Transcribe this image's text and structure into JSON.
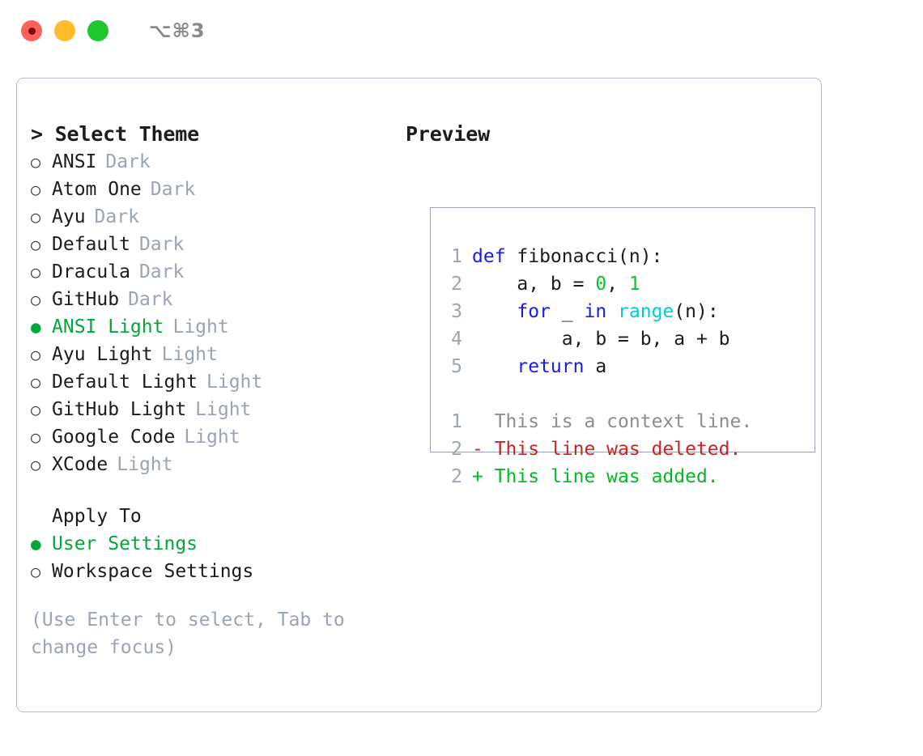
{
  "titlebar": {
    "shortcut": "⌥⌘3",
    "buttons": [
      {
        "name": "close",
        "color": "#ff6159"
      },
      {
        "name": "minimize",
        "color": "#ffbd2e"
      },
      {
        "name": "zoom",
        "color": "#1fc62e"
      }
    ]
  },
  "theme_picker": {
    "heading": "> Select Theme",
    "bullet_off": "○",
    "bullet_on": "●",
    "items": [
      {
        "name": "ANSI",
        "variant": "Dark",
        "selected": false
      },
      {
        "name": "Atom One",
        "variant": "Dark",
        "selected": false
      },
      {
        "name": "Ayu",
        "variant": "Dark",
        "selected": false
      },
      {
        "name": "Default",
        "variant": "Dark",
        "selected": false
      },
      {
        "name": "Dracula",
        "variant": "Dark",
        "selected": false
      },
      {
        "name": "GitHub",
        "variant": "Dark",
        "selected": false
      },
      {
        "name": "ANSI Light",
        "variant": "Light",
        "selected": true
      },
      {
        "name": "Ayu Light",
        "variant": "Light",
        "selected": false
      },
      {
        "name": "Default Light",
        "variant": "Light",
        "selected": false
      },
      {
        "name": "GitHub Light",
        "variant": "Light",
        "selected": false
      },
      {
        "name": "Google Code",
        "variant": "Light",
        "selected": false
      },
      {
        "name": "XCode",
        "variant": "Light",
        "selected": false
      }
    ]
  },
  "apply_to": {
    "heading": "Apply To",
    "items": [
      {
        "name": "User Settings",
        "selected": true
      },
      {
        "name": "Workspace Settings",
        "selected": false
      }
    ]
  },
  "hint": "(Use Enter to select, Tab to change focus)",
  "preview": {
    "heading": "Preview",
    "code_lines": [
      {
        "lineno": "1",
        "tokens": [
          {
            "text": "def ",
            "kind": "kw"
          },
          {
            "text": "fibonacci(n):",
            "kind": "txt"
          }
        ]
      },
      {
        "lineno": "2",
        "tokens": [
          {
            "text": "    a, b = ",
            "kind": "txt"
          },
          {
            "text": "0",
            "kind": "num"
          },
          {
            "text": ", ",
            "kind": "txt"
          },
          {
            "text": "1",
            "kind": "num"
          }
        ]
      },
      {
        "lineno": "3",
        "tokens": [
          {
            "text": "    ",
            "kind": "txt"
          },
          {
            "text": "for",
            "kind": "kw"
          },
          {
            "text": " _ ",
            "kind": "txt"
          },
          {
            "text": "in",
            "kind": "kw"
          },
          {
            "text": " ",
            "kind": "txt"
          },
          {
            "text": "range",
            "kind": "fn"
          },
          {
            "text": "(n):",
            "kind": "txt"
          }
        ]
      },
      {
        "lineno": "4",
        "tokens": [
          {
            "text": "        a, b = b, a + b",
            "kind": "txt"
          }
        ]
      },
      {
        "lineno": "5",
        "tokens": [
          {
            "text": "    ",
            "kind": "txt"
          },
          {
            "text": "return",
            "kind": "kw"
          },
          {
            "text": " a",
            "kind": "txt"
          }
        ]
      }
    ],
    "diff_lines": [
      {
        "lineno": "1",
        "marker": " ",
        "text": " This is a context line.",
        "kind": "ctx"
      },
      {
        "lineno": "2",
        "marker": "-",
        "text": " This line was deleted.",
        "kind": "del"
      },
      {
        "lineno": "2",
        "marker": "+",
        "text": " This line was added.",
        "kind": "add"
      }
    ]
  },
  "colors": {
    "accent_green": "#00a83a",
    "muted": "#9ba4b4",
    "keyword_blue": "#1a1aee",
    "function_cyan": "#00ccdd",
    "number_green": "#00cc22",
    "diff_del_red": "#cc2222",
    "diff_add_green": "#00bb22",
    "border": "#b6bdc9"
  }
}
